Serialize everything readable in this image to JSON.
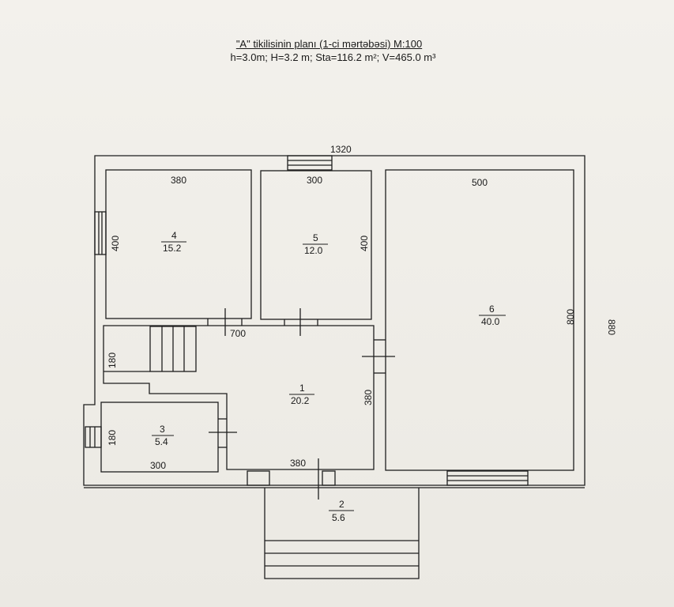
{
  "title": {
    "line1": "\"A\" tikilisinin planı (1-ci mərtəbəsi) M:100",
    "line2": "h=3.0m; H=3.2 m; Sta=116.2 m²; V=465.0 m³"
  },
  "dimensions": {
    "overall_width": "1320",
    "overall_height": "880",
    "room4_width": "380",
    "room4_height": "400",
    "room5_width": "300",
    "room5_height": "400",
    "room6_width": "500",
    "room6_height": "800",
    "hall_width": "700",
    "stair_height": "180",
    "hall_height": "380",
    "hall_bottom_width": "380",
    "room3_width": "300",
    "room3_height": "180"
  },
  "rooms": [
    {
      "id": "room-4",
      "number": "4",
      "area": "15.2"
    },
    {
      "id": "room-5",
      "number": "5",
      "area": "12.0"
    },
    {
      "id": "room-6",
      "number": "6",
      "area": "40.0"
    },
    {
      "id": "room-1",
      "number": "1",
      "area": "20.2"
    },
    {
      "id": "room-3",
      "number": "3",
      "area": "5.4"
    },
    {
      "id": "room-2",
      "number": "2",
      "area": "5.6"
    }
  ]
}
